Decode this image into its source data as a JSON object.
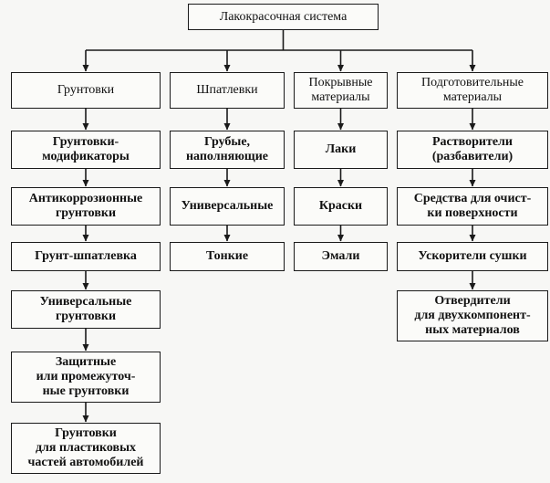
{
  "root": {
    "label": "Лакокрасочная система"
  },
  "columns": [
    {
      "header": "Грунтовки",
      "items": [
        "Грунтовки-\nмодификаторы",
        "Антикоррозионные\nгрунтовки",
        "Грунт-шпатлевка",
        "Универсальные\nгрунтовки",
        "Защитные\nили промежуточ-\nные грунтовки",
        "Грунтовки\nдля пластиковых\nчастей автомобилей"
      ]
    },
    {
      "header": "Шпатлевки",
      "items": [
        "Грубые,\nнаполняющие",
        "Универсальные",
        "Тонкие"
      ]
    },
    {
      "header": "Покрывные\nматериалы",
      "items": [
        "Лаки",
        "Краски",
        "Эмали"
      ]
    },
    {
      "header": "Подготовительные\nматериалы",
      "items": [
        "Растворители\n(разбавители)",
        "Средства для очист-\nки поверхности",
        "Ускорители сушки",
        "Отвердители\nдля двухкомпонент-\nных материалов"
      ]
    }
  ]
}
